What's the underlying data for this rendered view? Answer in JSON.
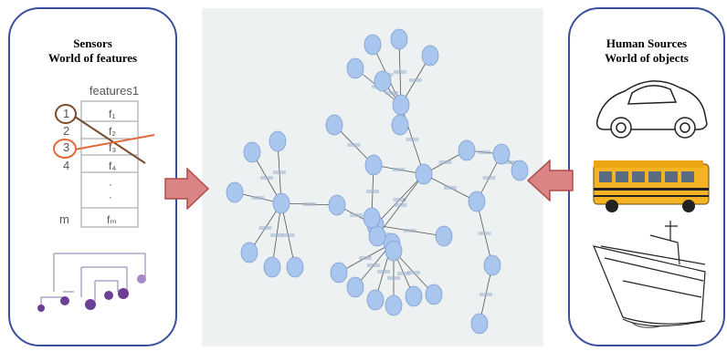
{
  "left_panel": {
    "title_line1": "Sensors",
    "title_line2": "World of features",
    "table_header": "features1",
    "rows": [
      {
        "index": "1",
        "feature": "f₁"
      },
      {
        "index": "2",
        "feature": "f₂"
      },
      {
        "index": "3",
        "feature": "f₃"
      },
      {
        "index": "4",
        "feature": "f₄"
      },
      {
        "index": "",
        "feature": "·"
      },
      {
        "index": "",
        "feature": "·"
      },
      {
        "index": "m",
        "feature": "fₘ"
      }
    ]
  },
  "right_panel": {
    "title_line1": "Human Sources",
    "title_line2": "World of objects",
    "objects": [
      "car-icon",
      "school-bus-icon",
      "ship-icon"
    ]
  },
  "center": {
    "description_icon": "network-graph",
    "node_color": "#a9c6ee",
    "edge_color": "#555555"
  },
  "colors": {
    "panel_border": "#3a4f9a",
    "arrow_fill": "#d98585",
    "arrow_stroke": "#b14b4b",
    "highlight_circle_1": "#7a4a2a",
    "highlight_circle_3": "#e06a3a",
    "bus_yellow": "#f4b323",
    "dendro_purple": "#6a3f95"
  }
}
